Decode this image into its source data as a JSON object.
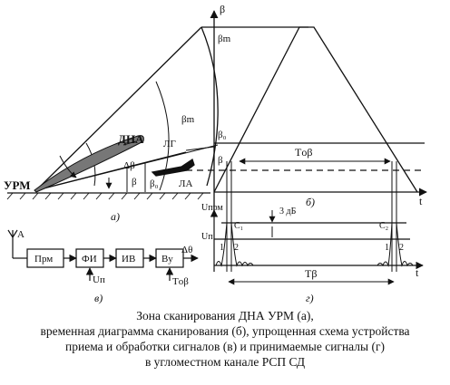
{
  "panel_a": {
    "urm_label": "УРМ",
    "dna_label": "ДНА",
    "lg_label": "ЛГ",
    "la_label": "ЛА",
    "beta_m": "βm",
    "delta_beta": "Δβ",
    "beta": "β",
    "beta_0": "β₀",
    "panel_letter": "а)"
  },
  "panel_b": {
    "axis_beta": "β",
    "beta_m": "βm",
    "beta_0": "β₀",
    "beta": "β",
    "t_label": "t",
    "period": "Tоβ",
    "panel_letter": "б)"
  },
  "panel_v": {
    "antenna": "A",
    "blocks": [
      "Прм",
      "ФИ",
      "ИВ",
      "Ву"
    ],
    "un_label": "Uп",
    "t_label": "Tоβ",
    "delta_theta": "Δθ",
    "panel_letter": "в)"
  },
  "panel_g": {
    "u_prm": "Uпрм",
    "u_n": "Uп",
    "db_label": "3 дБ",
    "c1": "C₁",
    "c2": "C₂",
    "one": "1",
    "two": "2",
    "t_beta": "Tβ",
    "t_label": "t",
    "panel_letter": "г)"
  },
  "caption": [
    "Зона сканирования ДНА УРМ (а),",
    "временная диаграмма сканирования (б), упрощенная схема устройства",
    "приема и обработки сигналов (в) и принимаемые сигналы (г)",
    "в угломестном канале РСП СД"
  ]
}
